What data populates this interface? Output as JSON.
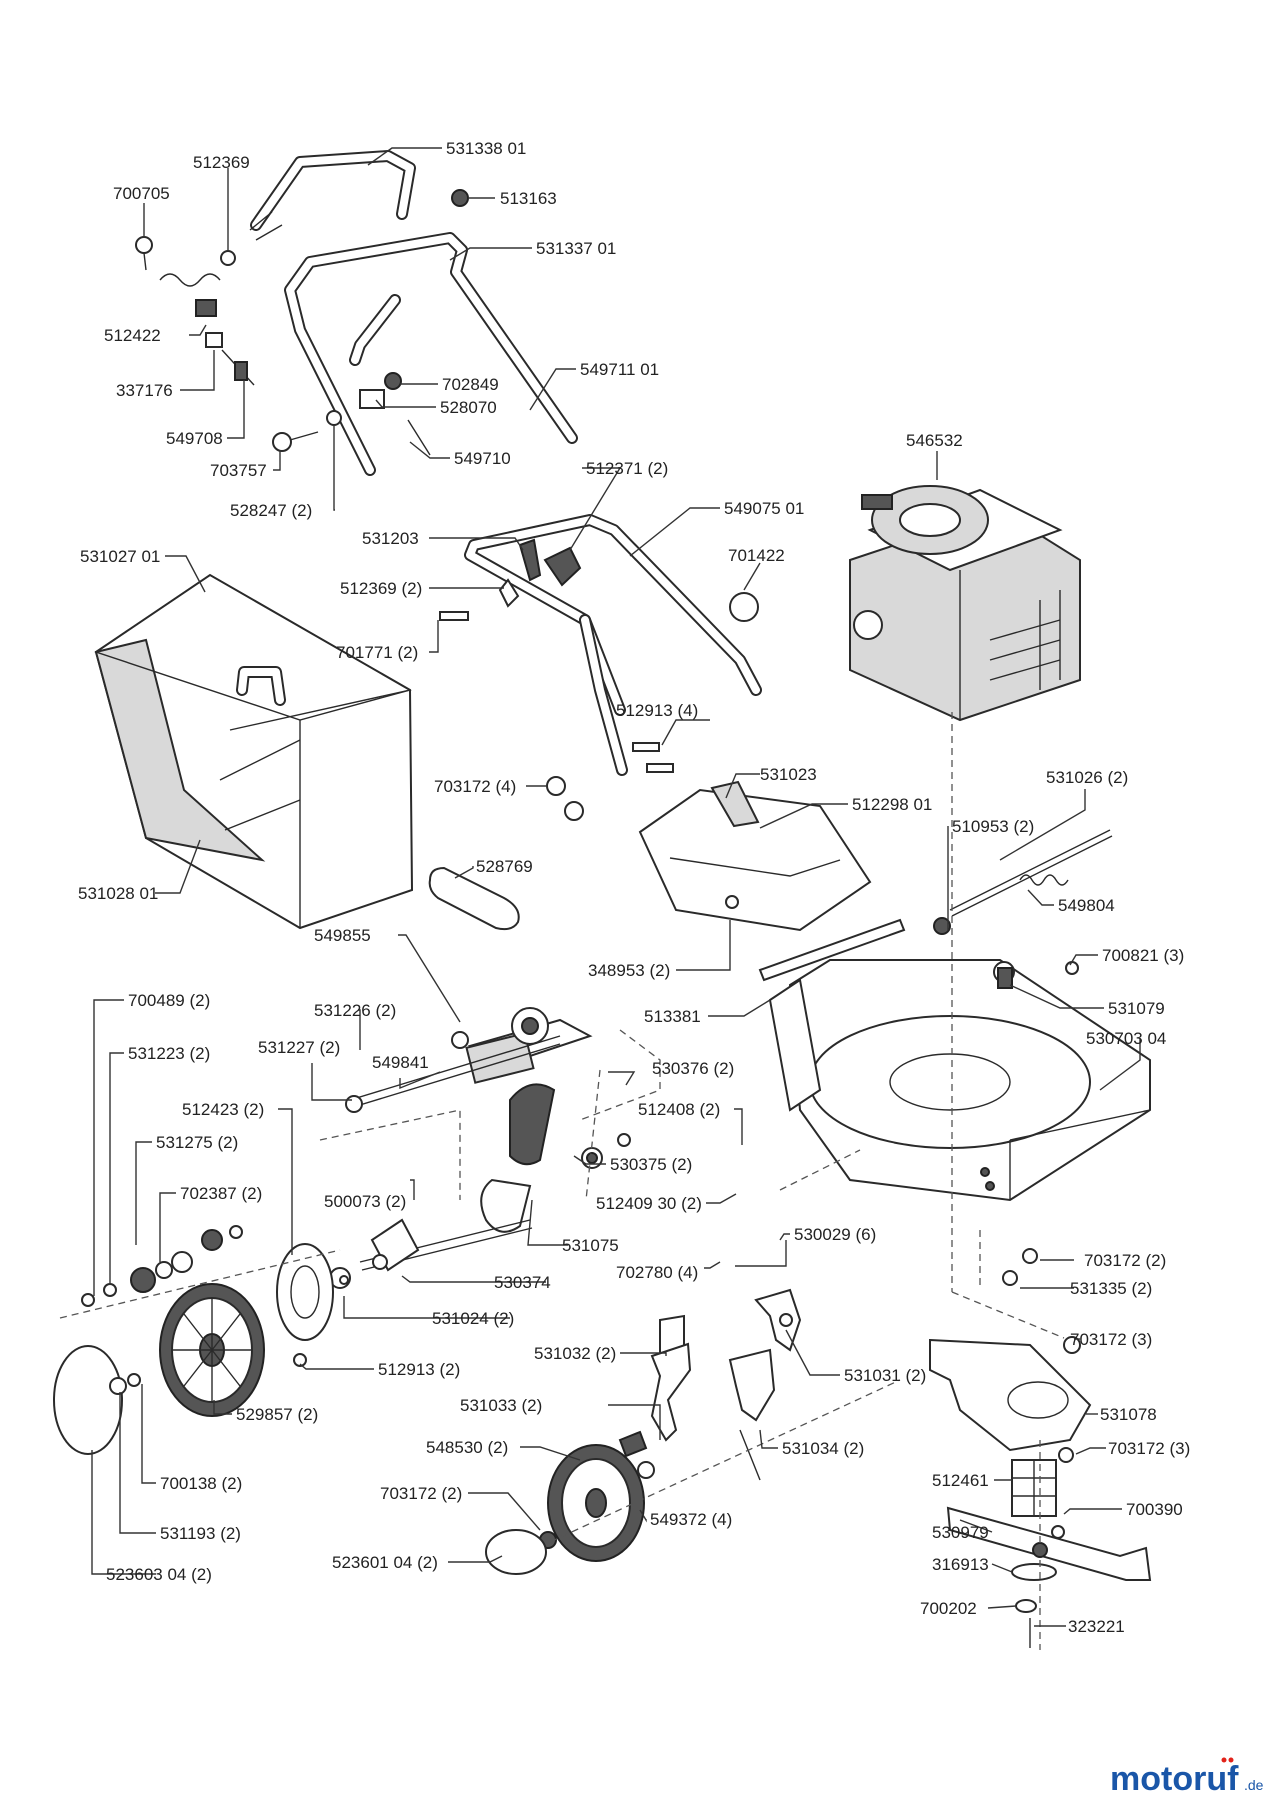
{
  "diagram": {
    "labels": [
      "531338 01",
      "512369",
      "513163",
      "700705",
      "531337 01",
      "512422",
      "549711 01",
      "337176",
      "702849",
      "528070",
      "549708",
      "549710",
      "703757",
      "528247 (2)",
      "512371 (2)",
      "546532",
      "549075 01",
      "531203",
      "701422",
      "531027 01",
      "512369 (2)",
      "701771 (2)",
      "512913 (4)",
      "703172 (4)",
      "531023",
      "512298 01",
      "531026 (2)",
      "510953 (2)",
      "528769",
      "549804",
      "531028 01",
      "700821 (3)",
      "549855",
      "348953 (2)",
      "531079",
      "513381",
      "700489 (2)",
      "531226 (2)",
      "530703 04",
      "531223 (2)",
      "531227 (2)",
      "549841",
      "530376 (2)",
      "512423 (2)",
      "512408 (2)",
      "531275 (2)",
      "530375 (2)",
      "500073 (2)",
      "702387 (2)",
      "512409 30 (2)",
      "531075",
      "530029 (6)",
      "702780 (4)",
      "703172 (2)",
      "530374",
      "531335 (2)",
      "531024 (2)",
      "703172 (3)",
      "531032 (2)",
      "531031 (2)",
      "512913 (2)",
      "531078",
      "531033 (2)",
      "529857 (2)",
      "531034 (2)",
      "548530 (2)",
      "703172 (3)",
      "700138 (2)",
      "512461",
      "703172 (2)",
      "549372 (4)",
      "700390",
      "531193 (2)",
      "530979",
      "523601 04 (2)",
      "316913",
      "523603 04 (2)",
      "700202",
      "323221"
    ]
  },
  "watermark": {
    "brand": "motoruf",
    "tld": ".de"
  }
}
